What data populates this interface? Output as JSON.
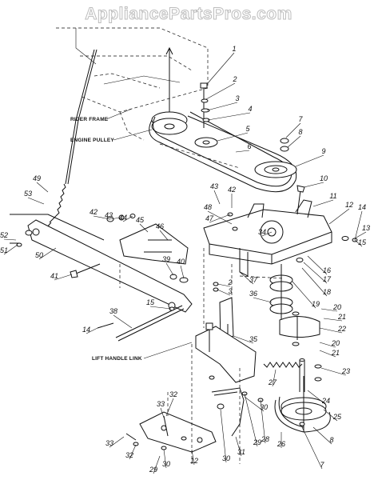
{
  "watermark": "AppliancePartsPros.com",
  "labels": {
    "rider_frame": "RIDER FRAME",
    "engine_pulley": "ENGINE PULLEY",
    "lift_handle_link": "LIFT HANDLE LINK"
  },
  "callouts": [
    {
      "id": "c1",
      "text": "1"
    },
    {
      "id": "c2",
      "text": "2"
    },
    {
      "id": "c3",
      "text": "3"
    },
    {
      "id": "c4",
      "text": "4"
    },
    {
      "id": "c5",
      "text": "5"
    },
    {
      "id": "c6",
      "text": "6"
    },
    {
      "id": "c7",
      "text": "7"
    },
    {
      "id": "c8",
      "text": "8"
    },
    {
      "id": "c9",
      "text": "9"
    },
    {
      "id": "c10",
      "text": "10"
    },
    {
      "id": "c11",
      "text": "11"
    },
    {
      "id": "c12",
      "text": "12"
    },
    {
      "id": "c13",
      "text": "13"
    },
    {
      "id": "c14",
      "text": "14"
    },
    {
      "id": "c15",
      "text": "15"
    },
    {
      "id": "c16",
      "text": "16"
    },
    {
      "id": "c17",
      "text": "17"
    },
    {
      "id": "c18",
      "text": "18"
    },
    {
      "id": "c19",
      "text": "19"
    },
    {
      "id": "c20a",
      "text": "20"
    },
    {
      "id": "c21a",
      "text": "21"
    },
    {
      "id": "c22",
      "text": "22"
    },
    {
      "id": "c20b",
      "text": "20"
    },
    {
      "id": "c21b",
      "text": "21"
    },
    {
      "id": "c23",
      "text": "23"
    },
    {
      "id": "c24",
      "text": "24"
    },
    {
      "id": "c25",
      "text": "25"
    },
    {
      "id": "c26",
      "text": "26"
    },
    {
      "id": "c7b",
      "text": "7"
    },
    {
      "id": "c8b",
      "text": "8"
    },
    {
      "id": "c27",
      "text": "27"
    },
    {
      "id": "c28",
      "text": "28"
    },
    {
      "id": "c29a",
      "text": "29"
    },
    {
      "id": "c30a",
      "text": "30"
    },
    {
      "id": "c31",
      "text": "31"
    },
    {
      "id": "c30b",
      "text": "30"
    },
    {
      "id": "c12b",
      "text": "12"
    },
    {
      "id": "c30c",
      "text": "30"
    },
    {
      "id": "c29b",
      "text": "29"
    },
    {
      "id": "c32a",
      "text": "32"
    },
    {
      "id": "c33a",
      "text": "33"
    },
    {
      "id": "c32b",
      "text": "32"
    },
    {
      "id": "c33b",
      "text": "33"
    },
    {
      "id": "c35",
      "text": "35"
    },
    {
      "id": "c36",
      "text": "36"
    },
    {
      "id": "c37",
      "text": "37"
    },
    {
      "id": "c34",
      "text": "34"
    },
    {
      "id": "c38",
      "text": "38"
    },
    {
      "id": "c15b",
      "text": "15"
    },
    {
      "id": "c14b",
      "text": "14"
    },
    {
      "id": "c39",
      "text": "39"
    },
    {
      "id": "c40",
      "text": "40"
    },
    {
      "id": "c41",
      "text": "41"
    },
    {
      "id": "c42a",
      "text": "42"
    },
    {
      "id": "c43a",
      "text": "43"
    },
    {
      "id": "c44",
      "text": "44"
    },
    {
      "id": "c45",
      "text": "45"
    },
    {
      "id": "c46",
      "text": "46"
    },
    {
      "id": "c47",
      "text": "47"
    },
    {
      "id": "c48",
      "text": "48"
    },
    {
      "id": "c43b",
      "text": "43"
    },
    {
      "id": "c42b",
      "text": "42"
    },
    {
      "id": "c49",
      "text": "49"
    },
    {
      "id": "c53",
      "text": "53"
    },
    {
      "id": "c52",
      "text": "52"
    },
    {
      "id": "c51",
      "text": "51"
    },
    {
      "id": "c50",
      "text": "50"
    },
    {
      "id": "c2b",
      "text": "2"
    },
    {
      "id": "c3b",
      "text": "3"
    }
  ]
}
